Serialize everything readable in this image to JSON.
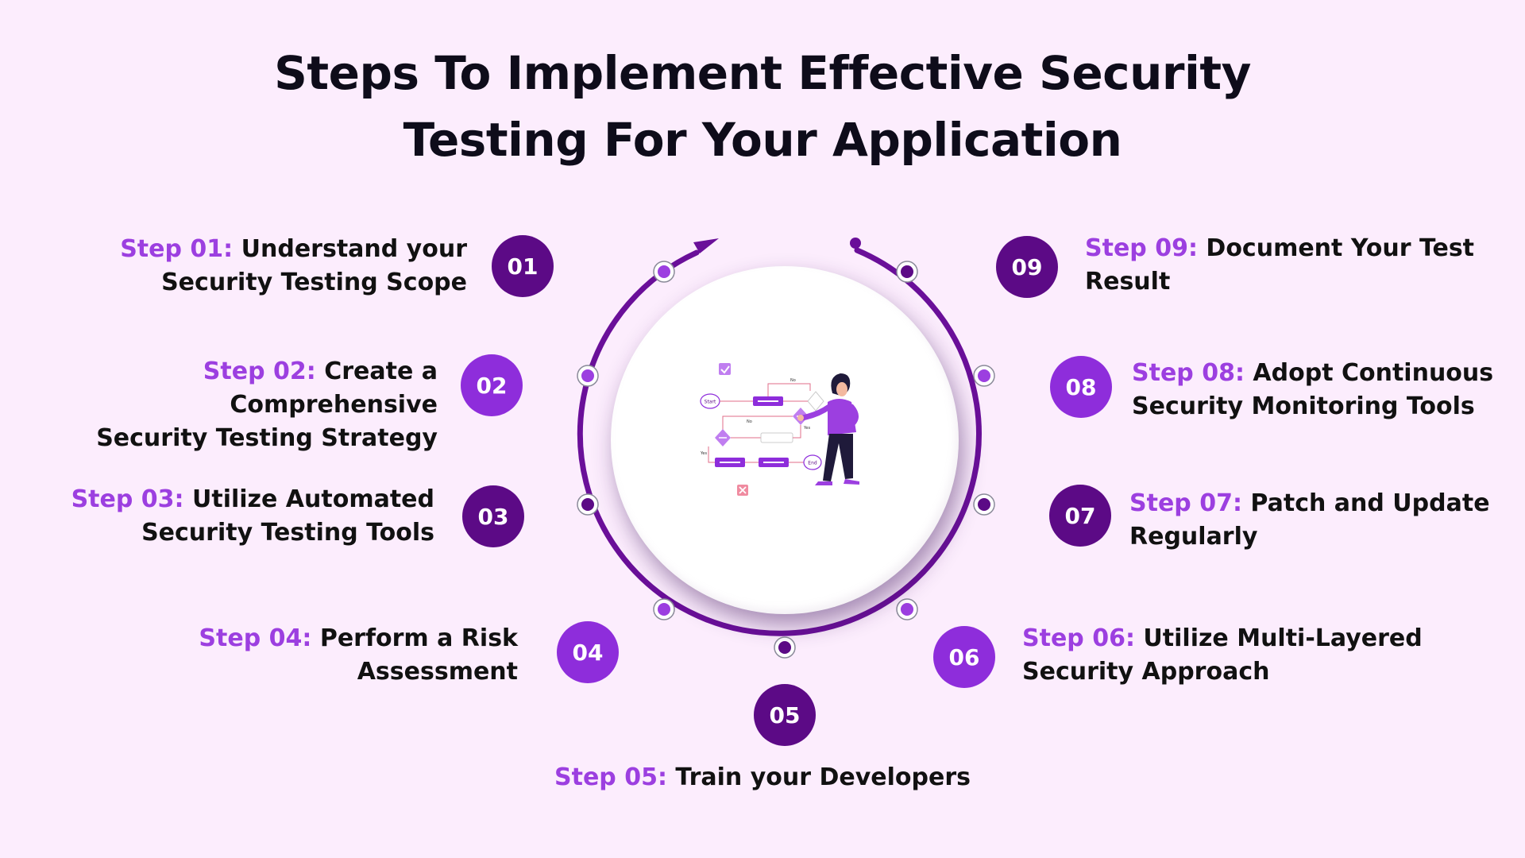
{
  "title_line1": "Steps To Implement Effective Security",
  "title_line2": "Testing For Your Application",
  "colors": {
    "background": "#fcedfd",
    "dark_purple": "#5c0a86",
    "light_purple": "#8e2ddb",
    "label_purple": "#9c3fe0"
  },
  "steps": [
    {
      "number": "01",
      "label": "Step 01:",
      "line1": "Understand your",
      "line2": "Security Testing Scope"
    },
    {
      "number": "02",
      "label": "Step 02:",
      "line1": "Create a Comprehensive",
      "line2": "Security Testing Strategy"
    },
    {
      "number": "03",
      "label": "Step 03:",
      "line1": "Utilize Automated",
      "line2": "Security Testing Tools"
    },
    {
      "number": "04",
      "label": "Step 04:",
      "line1": "Perform a Risk",
      "line2": "Assessment"
    },
    {
      "number": "05",
      "label": "Step 05:",
      "line1": "Train your Developers",
      "line2": ""
    },
    {
      "number": "06",
      "label": "Step 06:",
      "line1": "Utilize Multi-Layered",
      "line2": "Security Approach"
    },
    {
      "number": "07",
      "label": "Step 07:",
      "line1": "Patch and Update",
      "line2": "Regularly"
    },
    {
      "number": "08",
      "label": "Step 08:",
      "line1": "Adopt Continuous",
      "line2": "Security Monitoring Tools"
    },
    {
      "number": "09",
      "label": "Step 09:",
      "line1": "Document Your Test",
      "line2": "Result"
    }
  ],
  "illustration": {
    "start_label": "Start",
    "end_label": "End",
    "no_label": "No",
    "yes_label": "Yes"
  }
}
